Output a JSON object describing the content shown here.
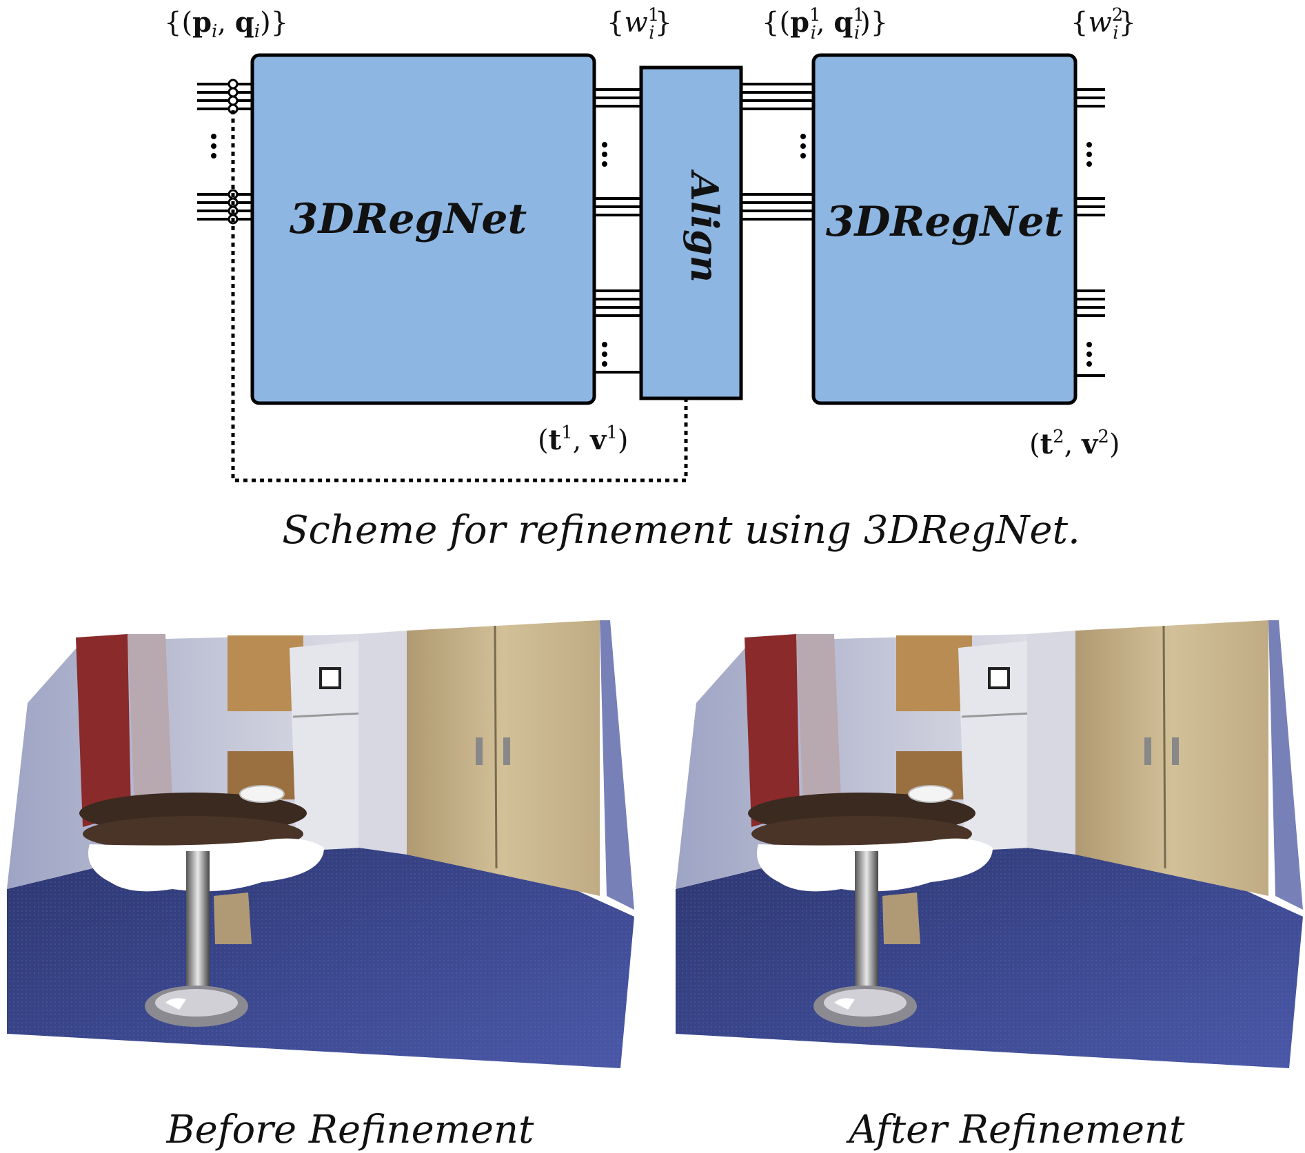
{
  "diagram": {
    "input_label": "{(p_i, q_i)}",
    "input_label_parts": {
      "open": "{(",
      "p": "p",
      "sub_i": "i",
      "comma": ", ",
      "q": "q",
      "close": ")}"
    },
    "block1_title": "3DRegNet",
    "align_title": "Align",
    "block2_title": "3DRegNet",
    "weights1_label": "{w_i^1}",
    "weights1_parts": {
      "open": "{",
      "w": "w",
      "sup": "1",
      "sub": "i",
      "close": "}"
    },
    "mid_label": "{(p_i^1, q_i^1)}",
    "mid_parts": {
      "open": "{(",
      "p": "p",
      "sup1": "1",
      "sub1": "i",
      "comma": ", ",
      "q": "q",
      "sup2": "1",
      "sub2": "i",
      "close": ")}"
    },
    "weights2_label": "{w_i^2}",
    "weights2_parts": {
      "open": "{",
      "w": "w",
      "sup": "2",
      "sub": "i",
      "close": "}"
    },
    "pose1_label": "(t^1, v^1)",
    "pose1_parts": {
      "open": "(",
      "t": "t",
      "sup1": "1",
      "comma": ", ",
      "v": "v",
      "sup2": "1",
      "close": ")"
    },
    "pose2_label": "(t^2, v^2)",
    "pose2_parts": {
      "open": "(",
      "t": "t",
      "sup1": "2",
      "comma": ", ",
      "v": "v",
      "sup2": "2",
      "close": ")"
    },
    "caption": "Scheme for refinement using 3DRegNet.",
    "colors": {
      "block_fill": "#8db6e2",
      "stroke": "#000000"
    }
  },
  "images": {
    "before_caption": "Before Refinement",
    "after_caption": "After Refinement",
    "scene_colors": {
      "carpet": "#3e4a8a",
      "wall": "#c8c4c8",
      "door": "#c9b48c",
      "red_wall": "#8a2a2a",
      "table": "#3a2a20"
    }
  }
}
